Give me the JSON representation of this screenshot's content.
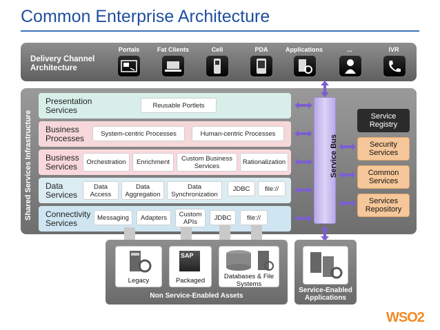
{
  "title": "Common Enterprise Architecture",
  "delivery": {
    "label_line1": "Delivery Channel",
    "label_line2": "Architecture",
    "channels": [
      {
        "label": "Portals",
        "icon": "portal-icon"
      },
      {
        "label": "Fat Clients",
        "icon": "laptop-icon"
      },
      {
        "label": "Cell",
        "icon": "cellphone-icon"
      },
      {
        "label": "PDA",
        "icon": "pda-icon"
      },
      {
        "label": "Applications",
        "icon": "application-server-icon"
      },
      {
        "label": "...",
        "icon": "person-icon"
      },
      {
        "label": "IVR",
        "icon": "telephone-icon"
      }
    ]
  },
  "infra_label": "Shared Services Infrastructure",
  "layers": {
    "presentation": {
      "title1": "Presentation",
      "title2": "Services",
      "items": [
        "Reusable Portlets"
      ]
    },
    "business_processes": {
      "title1": "Business",
      "title2": "Processes",
      "items": [
        "System-centric Processes",
        "Human-centric Processes"
      ]
    },
    "business_services": {
      "title1": "Business",
      "title2": "Services",
      "items": [
        "Orchestration",
        "Enrichment",
        "Custom Business Services",
        "Rationalization"
      ]
    },
    "data_services": {
      "title1": "Data",
      "title2": "Services",
      "items": [
        "Data Access",
        "Data Aggregation",
        "Data Synchronization",
        "JDBC",
        "file://"
      ]
    },
    "connectivity": {
      "title1": "Connectivity",
      "title2": "Services",
      "items": [
        "Messaging",
        "Adapters",
        "Custom APIs",
        "JDBC",
        "file://"
      ]
    }
  },
  "service_bus": "Service Bus",
  "side_services": [
    {
      "label": "Service Registry",
      "color": "#2b2b2b"
    },
    {
      "label": "Security Services",
      "color": "#f6c79a"
    },
    {
      "label": "Common Services",
      "color": "#f6c79a"
    },
    {
      "label": "Services Repository",
      "color": "#f6c79a"
    }
  ],
  "non_service_assets": {
    "label": "Non Service-Enabled Assets",
    "items": [
      "Legacy",
      "Packaged",
      "Databases & File Systems"
    ],
    "sap_label": "SAP"
  },
  "service_enabled": {
    "label": "Service-Enabled Applications"
  },
  "logo": "WSO2",
  "colors": {
    "presentation": "#d8efe9",
    "business_processes": "#f6d8da",
    "business_services": "#f9d8dd",
    "data_services": "#dcecf3",
    "connectivity": "#cfe6f2",
    "arrow": "#7b5fd1",
    "logo_orange": "#f08a24"
  }
}
